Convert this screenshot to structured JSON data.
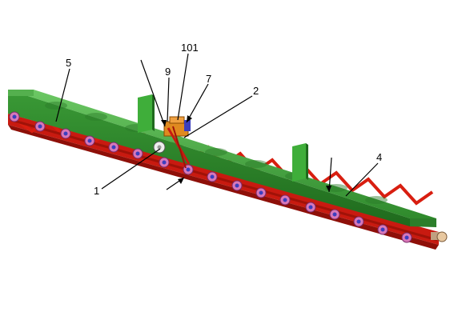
{
  "labels": {
    "l5": "5",
    "l101": "101",
    "l9": "9",
    "l7": "7",
    "l2": "2",
    "l1": "1",
    "l4": "4"
  },
  "colors": {
    "frame_red": "#d81e10",
    "frame_dark": "#8e0f08",
    "trough_green": "#3f9a3c",
    "trough_light": "#5cbf55",
    "roller_blue": "#3b3fbf",
    "roller_pink": "#d878b8",
    "motor_orange": "#e08a20",
    "pulley_white": "#eeeeee"
  }
}
